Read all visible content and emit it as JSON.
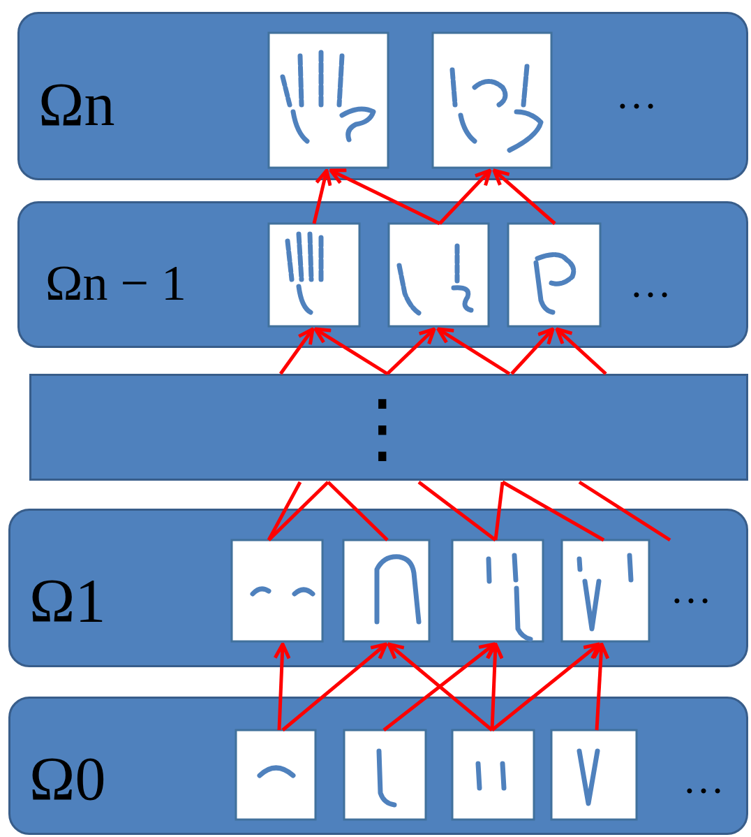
{
  "diagram": {
    "nodes": [
      {
        "text": [
          "Ωn",
          "…"
        ]
      },
      {
        "text": [
          "Ωn − 1",
          "…"
        ]
      },
      {
        "text": [
          "⋮"
        ]
      },
      {
        "text": [
          "Ω1",
          "…"
        ]
      },
      {
        "text": [
          "Ω0",
          "…"
        ]
      }
    ]
  }
}
